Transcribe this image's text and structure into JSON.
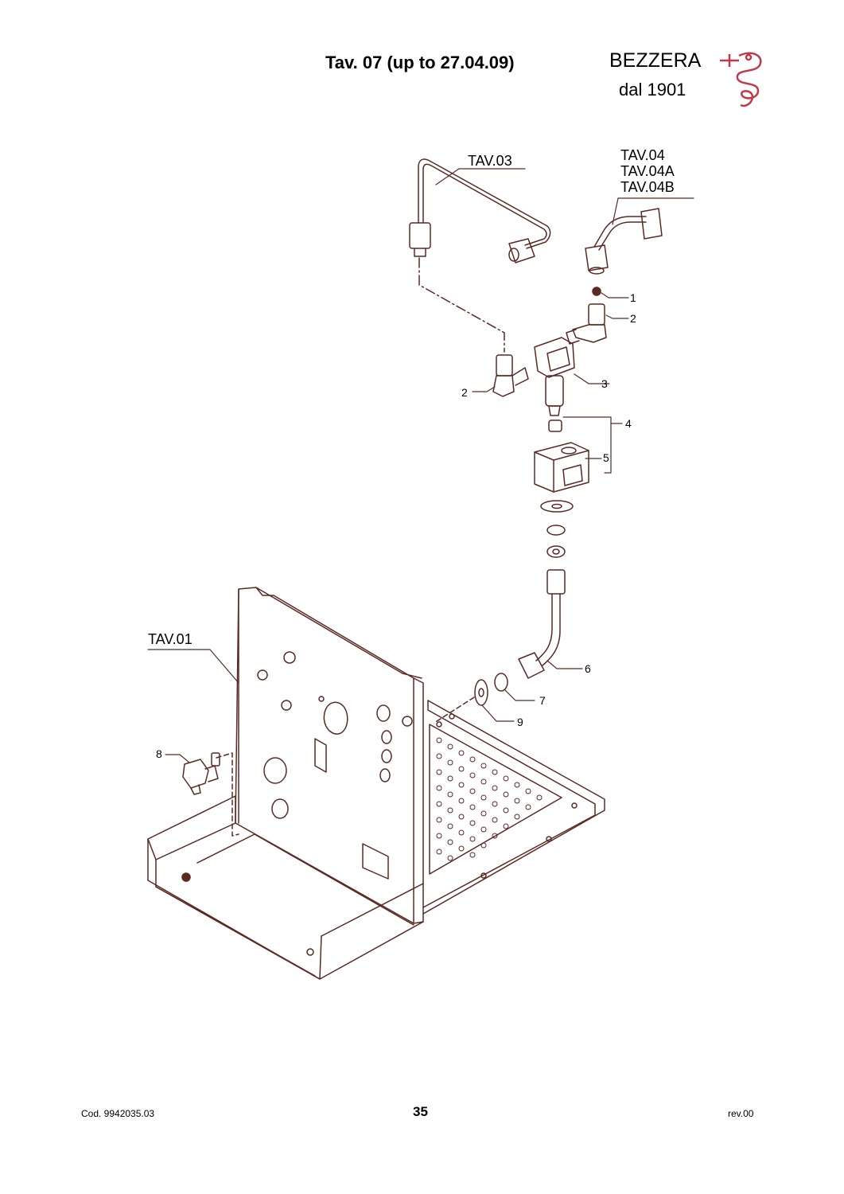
{
  "header": {
    "title": "Tav. 07 (up to 27.04.09)",
    "brand": "BEZZERA",
    "brand_sub": "dal 1901"
  },
  "refs": {
    "tav03": "TAV.03",
    "tav04": "TAV.04",
    "tav04a": "TAV.04A",
    "tav04b": "TAV.04B",
    "tav01": "TAV.01"
  },
  "callouts": {
    "c1": "1",
    "c2a": "2",
    "c2b": "2",
    "c3": "3",
    "c4": "4",
    "c5": "5",
    "c6": "6",
    "c7": "7",
    "c8": "8",
    "c9": "9"
  },
  "footer": {
    "code": "Cod. 9942035.03",
    "page": "35",
    "rev": "rev.00"
  },
  "colors": {
    "drawing": "#5a2a22",
    "logo": "#c0394b"
  }
}
